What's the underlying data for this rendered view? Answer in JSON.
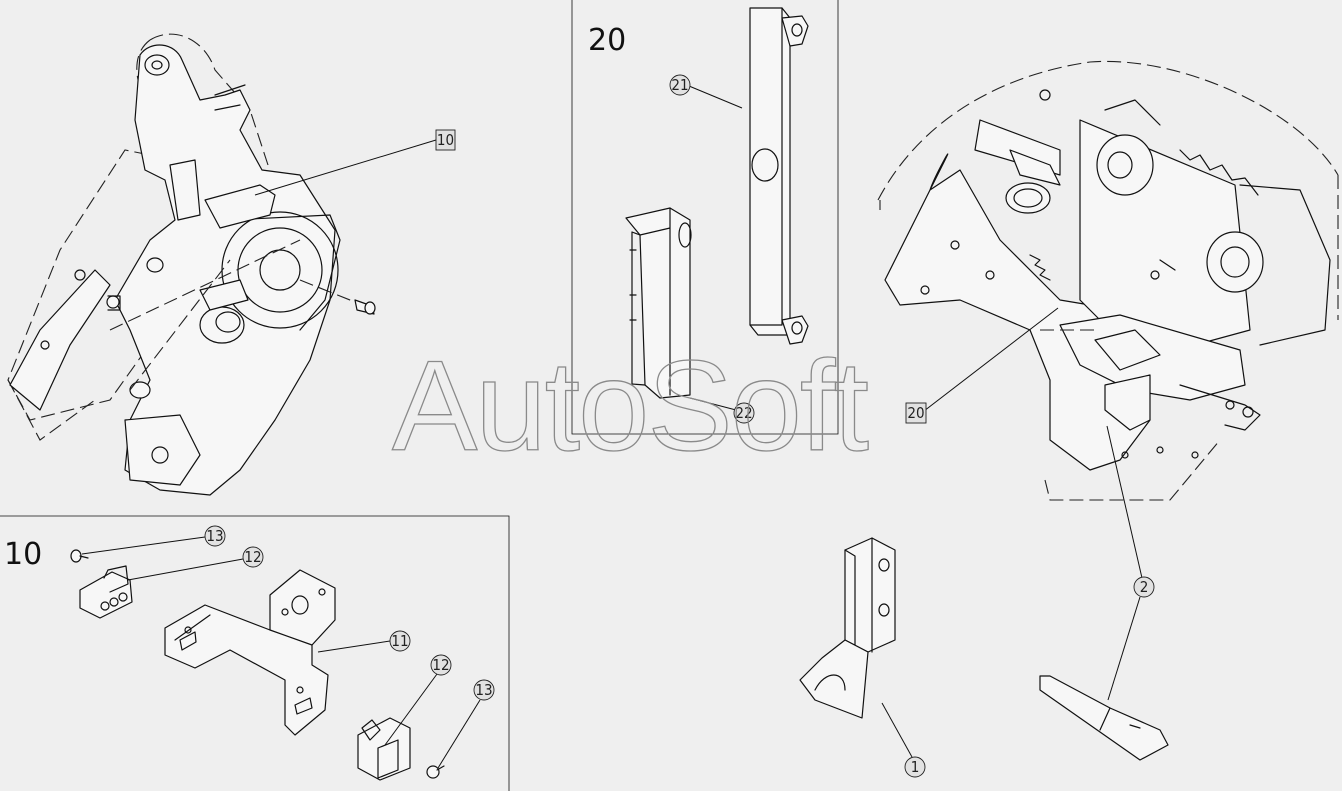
{
  "watermark": "AutoSoft",
  "frames": [
    {
      "id": "frame-10",
      "title": "10"
    },
    {
      "id": "frame-20",
      "title": "20"
    }
  ],
  "callouts": {
    "c10_main": "10",
    "c20_main": "20",
    "c21": "21",
    "c22": "22",
    "c13a": "13",
    "c12a": "12",
    "c11": "11",
    "c12b": "12",
    "c13b": "13",
    "c1": "1",
    "c2": "2"
  }
}
